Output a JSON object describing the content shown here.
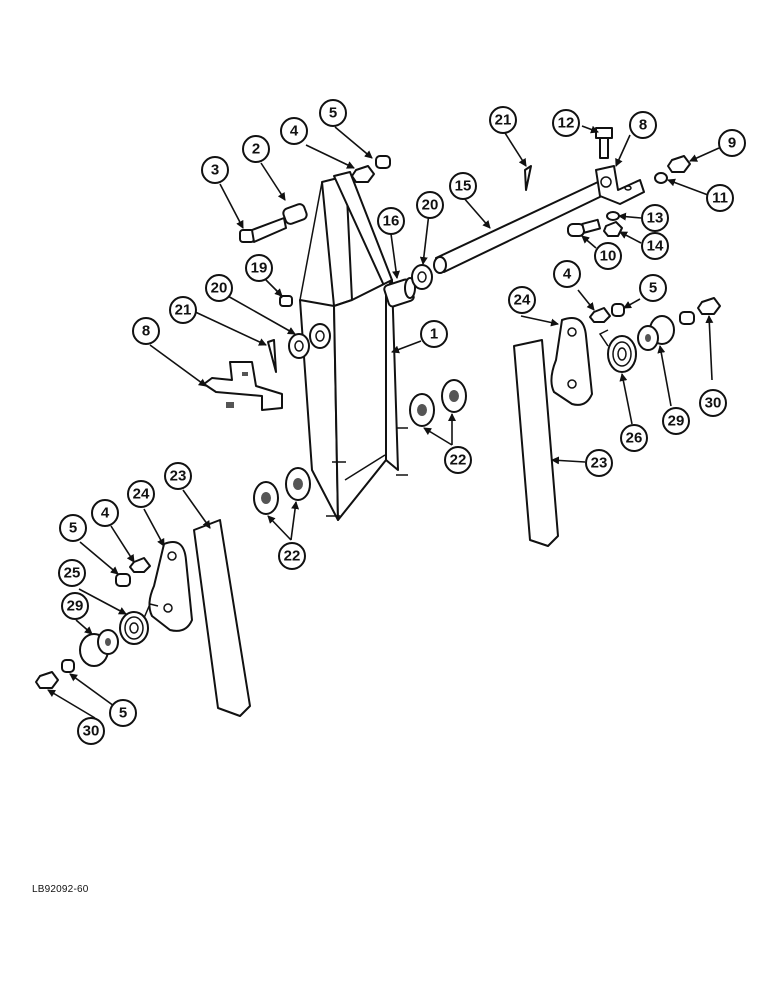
{
  "drawing_ref": "LB92092-60",
  "callouts": [
    "1",
    "2",
    "3",
    "4",
    "5",
    "5",
    "8",
    "8",
    "9",
    "10",
    "11",
    "12",
    "13",
    "14",
    "15",
    "16",
    "19",
    "20",
    "20",
    "21",
    "21",
    "22",
    "22",
    "23",
    "23",
    "24",
    "24",
    "25",
    "26",
    "29",
    "29",
    "30",
    "30",
    "4",
    "5",
    "4",
    "5"
  ]
}
